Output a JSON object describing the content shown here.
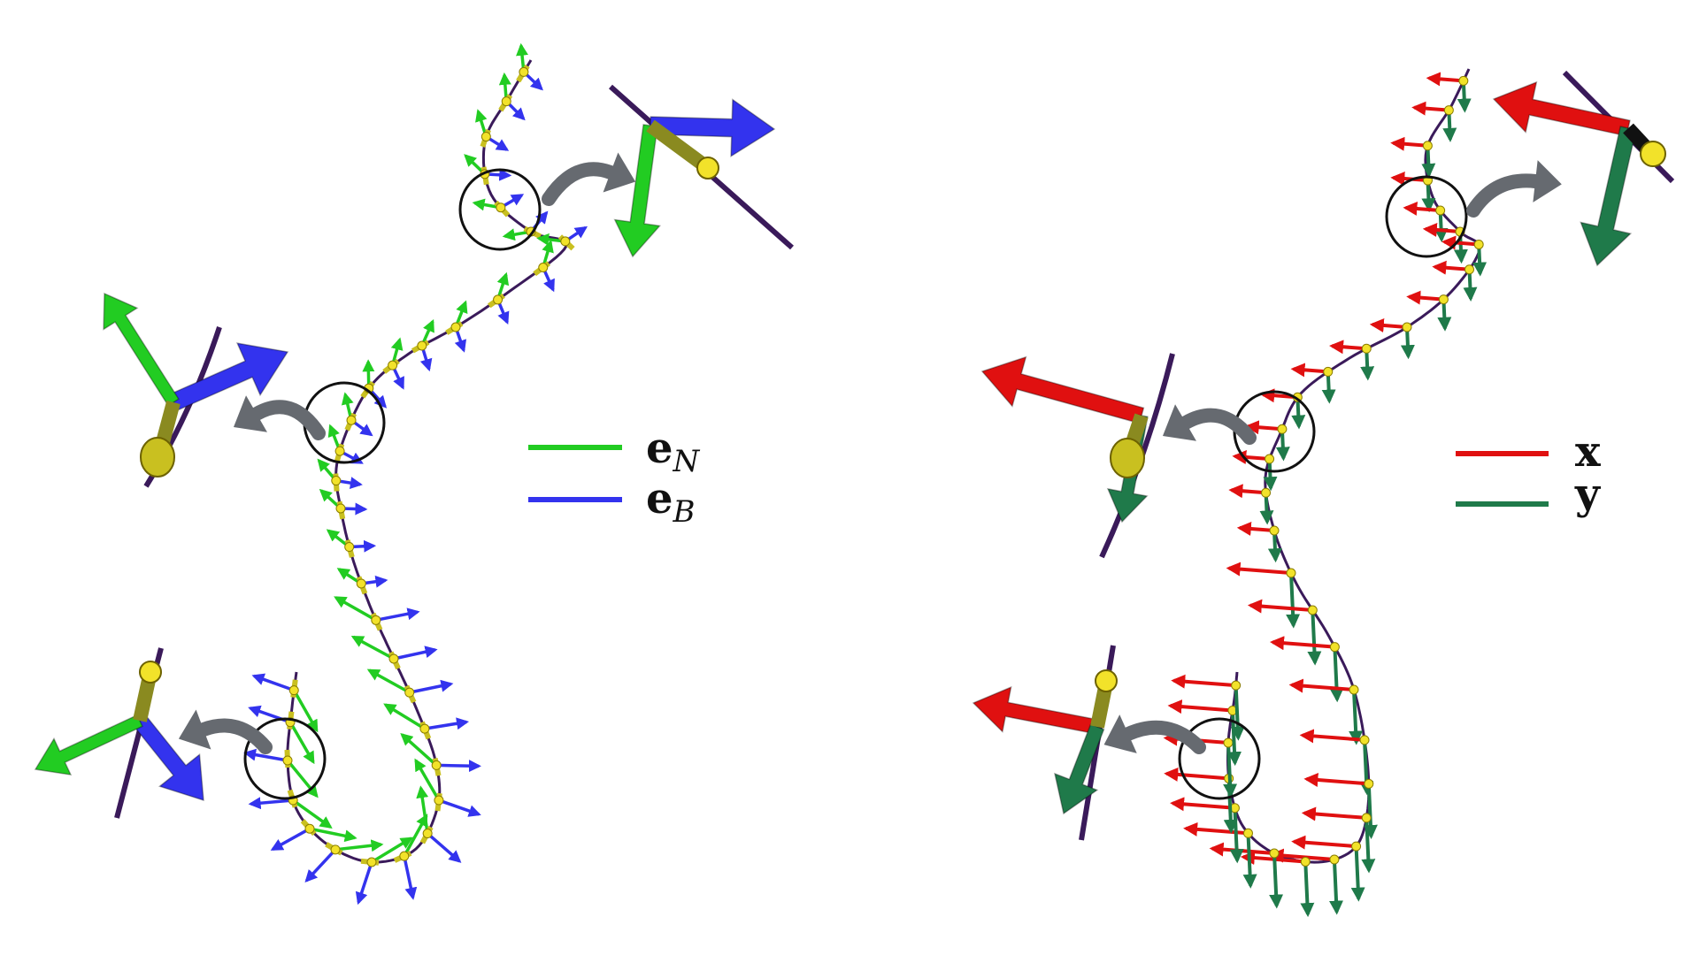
{
  "colors": {
    "normal": "#22cc22",
    "binormal": "#3333ee",
    "x_axis": "#e01010",
    "y_axis": "#1f7a4a",
    "curve": "#3a1a5a",
    "tangent": "#c9c020",
    "node": "#f2e22a",
    "callout_arrow": "#666a70",
    "circle": "#111111"
  },
  "left_panel": {
    "legend": [
      {
        "symbol": "e",
        "subscript": "N",
        "color_key": "normal"
      },
      {
        "symbol": "e",
        "subscript": "B",
        "color_key": "binormal"
      }
    ]
  },
  "right_panel": {
    "legend": [
      {
        "symbol": "x",
        "subscript": "",
        "color_key": "x_axis"
      },
      {
        "symbol": "y",
        "subscript": "",
        "color_key": "y_axis"
      }
    ]
  }
}
